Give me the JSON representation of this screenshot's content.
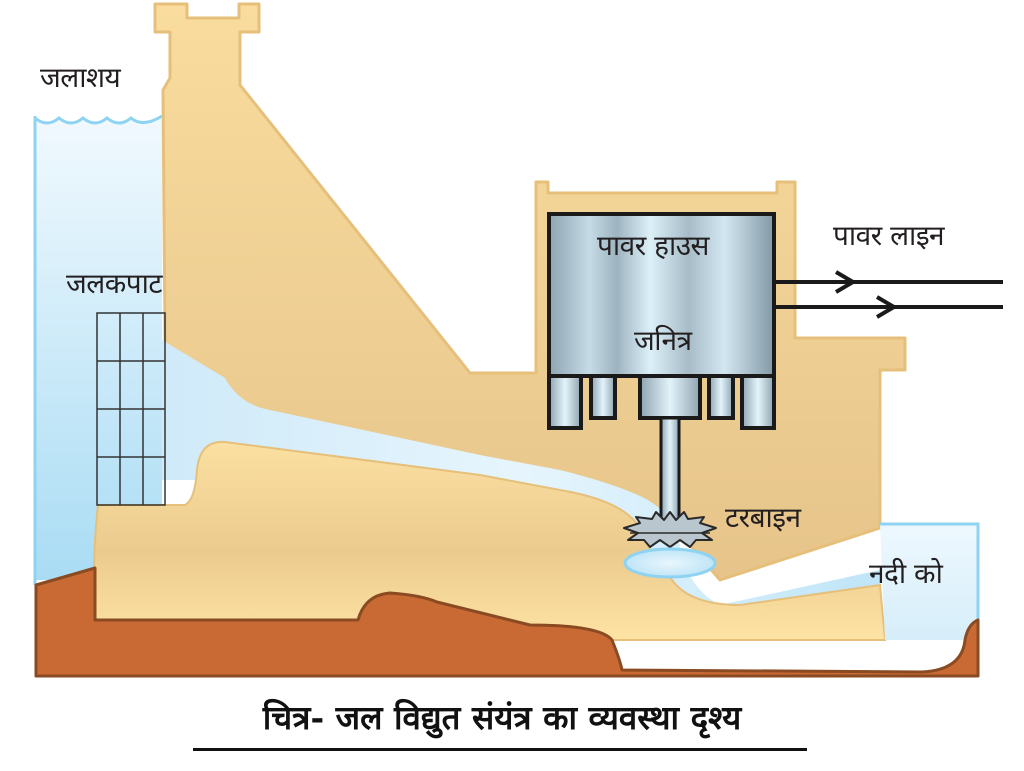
{
  "figure": {
    "caption": "चित्र- जल विद्युत संयंत्र का व्यवस्था दृश्य",
    "caption_underlined": true
  },
  "labels": {
    "reservoir": "जलाशय",
    "sluice_gate": "जलकपाट",
    "power_house": "पावर हाउस",
    "generator": "जनित्र",
    "power_line": "पावर लाइन",
    "turbine": "टरबाइन",
    "to_river": "नदी को"
  },
  "components": [
    {
      "id": "reservoir",
      "label": "जलाशय"
    },
    {
      "id": "dam",
      "label": ""
    },
    {
      "id": "sluice-gate",
      "label": "जलकपाट"
    },
    {
      "id": "penstock",
      "label": ""
    },
    {
      "id": "power-house",
      "label": "पावर हाउस"
    },
    {
      "id": "generator",
      "label": "जनित्र"
    },
    {
      "id": "turbine",
      "label": "टरबाइन"
    },
    {
      "id": "power-line",
      "label": "पावर लाइन"
    },
    {
      "id": "river-outlet",
      "label": "नदी को"
    }
  ],
  "colors": {
    "water_fill": "#dff1fb",
    "water_edge": "#8fd3f2",
    "dam_fill": "#f8d998",
    "dam_edge": "#e6c07a",
    "ground_fill": "#c96a35",
    "ground_edge": "#8a4a22",
    "metal_light": "#dbeef7",
    "metal_dark": "#8fa6b3",
    "line": "#1a1a1a",
    "text": "#231f20"
  }
}
